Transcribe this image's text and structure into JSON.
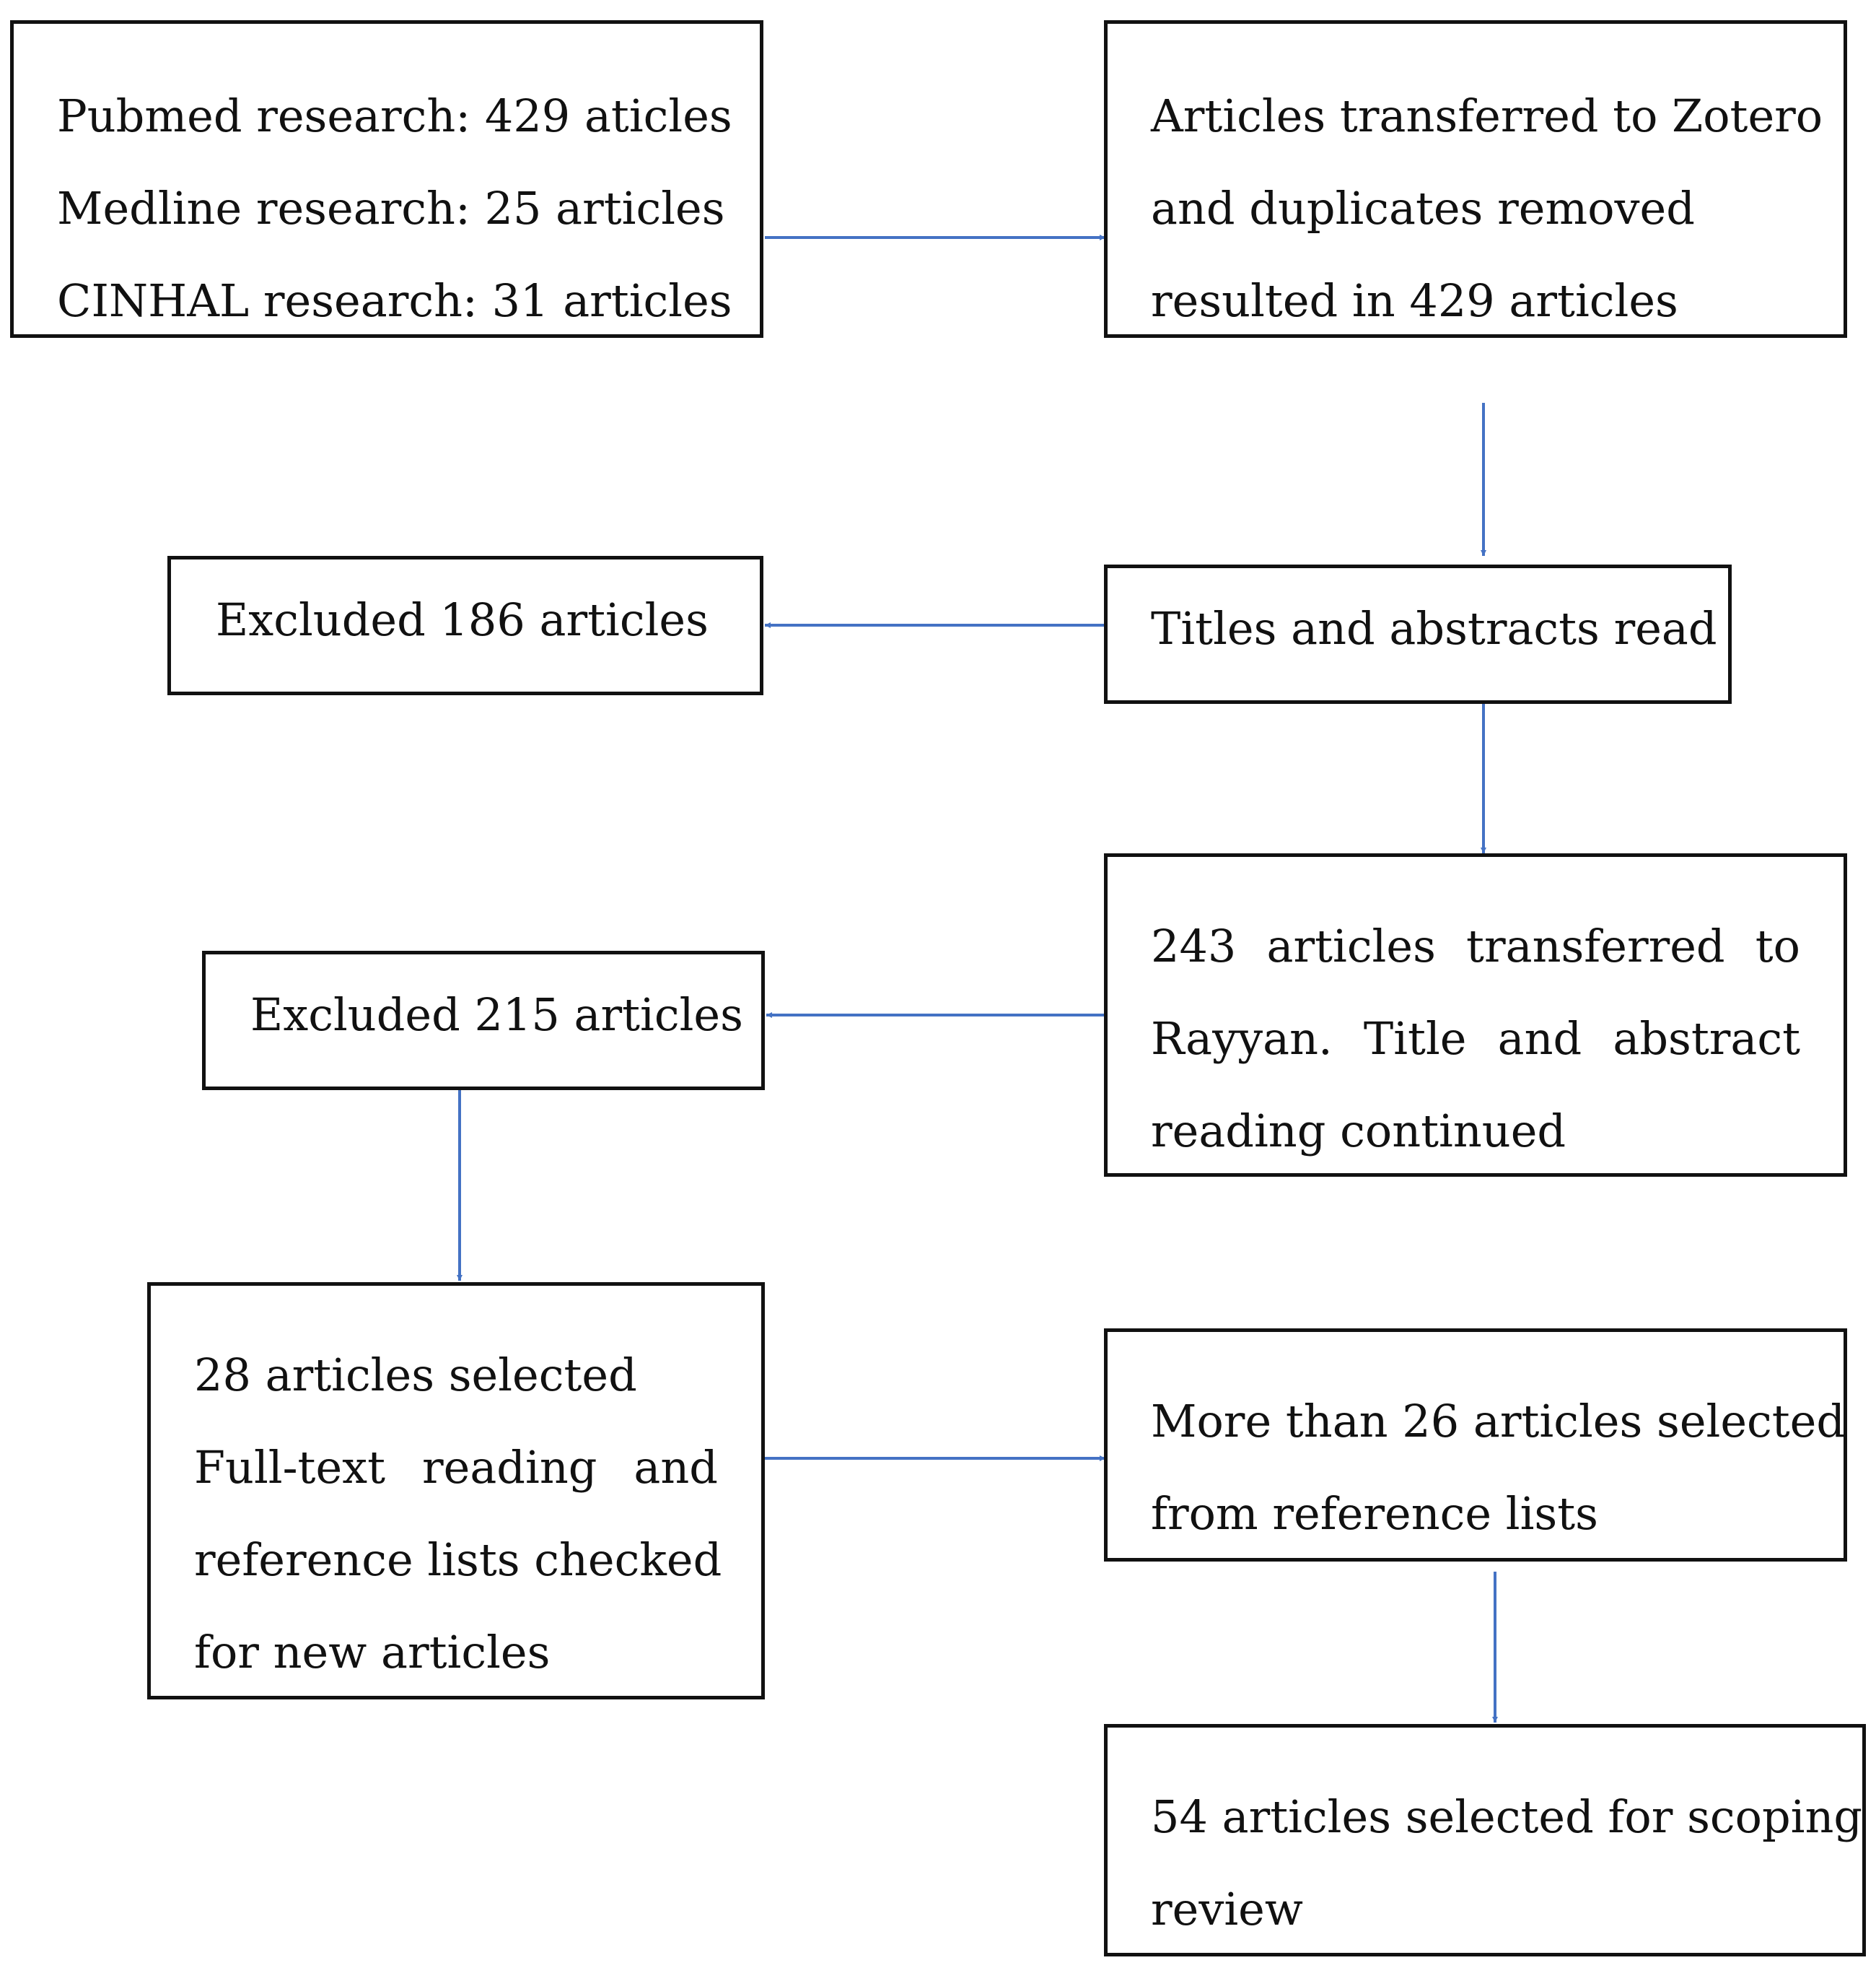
{
  "diagram": {
    "colors": {
      "arrow": "#4472c4",
      "border": "#111111",
      "text": "#111111",
      "background": "#ffffff"
    },
    "boxes": {
      "search": {
        "lines": [
          "Pubmed research: 429 aticles",
          "Medline research: 25 articles",
          "CINHAL research: 31 articles"
        ]
      },
      "zotero": {
        "lines": [
          "Articles transferred to Zotero",
          "and duplicates removed",
          "resulted in 429 articles"
        ]
      },
      "titles_read": {
        "lines": [
          "Titles and abstracts read"
        ]
      },
      "excluded_186": {
        "lines": [
          "Excluded 186 articles"
        ]
      },
      "rayyan": {
        "lines": [
          "243 articles transferred to",
          "Rayyan. Title and abstract",
          "reading continued"
        ]
      },
      "excluded_215": {
        "lines": [
          "Excluded 215 articles"
        ]
      },
      "selected_28": {
        "lines": [
          "28 articles selected",
          "Full-text reading and",
          "reference lists checked",
          "for new articles"
        ]
      },
      "reference_lists": {
        "lines": [
          "More than 26 articles selected",
          "from reference lists"
        ]
      },
      "final": {
        "lines": [
          "54 articles selected for scoping",
          "review"
        ]
      }
    },
    "edges": [
      {
        "from": "search",
        "to": "zotero"
      },
      {
        "from": "zotero",
        "to": "titles_read"
      },
      {
        "from": "titles_read",
        "to": "excluded_186"
      },
      {
        "from": "titles_read",
        "to": "rayyan"
      },
      {
        "from": "rayyan",
        "to": "excluded_215"
      },
      {
        "from": "excluded_215",
        "to": "selected_28"
      },
      {
        "from": "selected_28",
        "to": "reference_lists"
      },
      {
        "from": "reference_lists",
        "to": "final"
      }
    ]
  }
}
